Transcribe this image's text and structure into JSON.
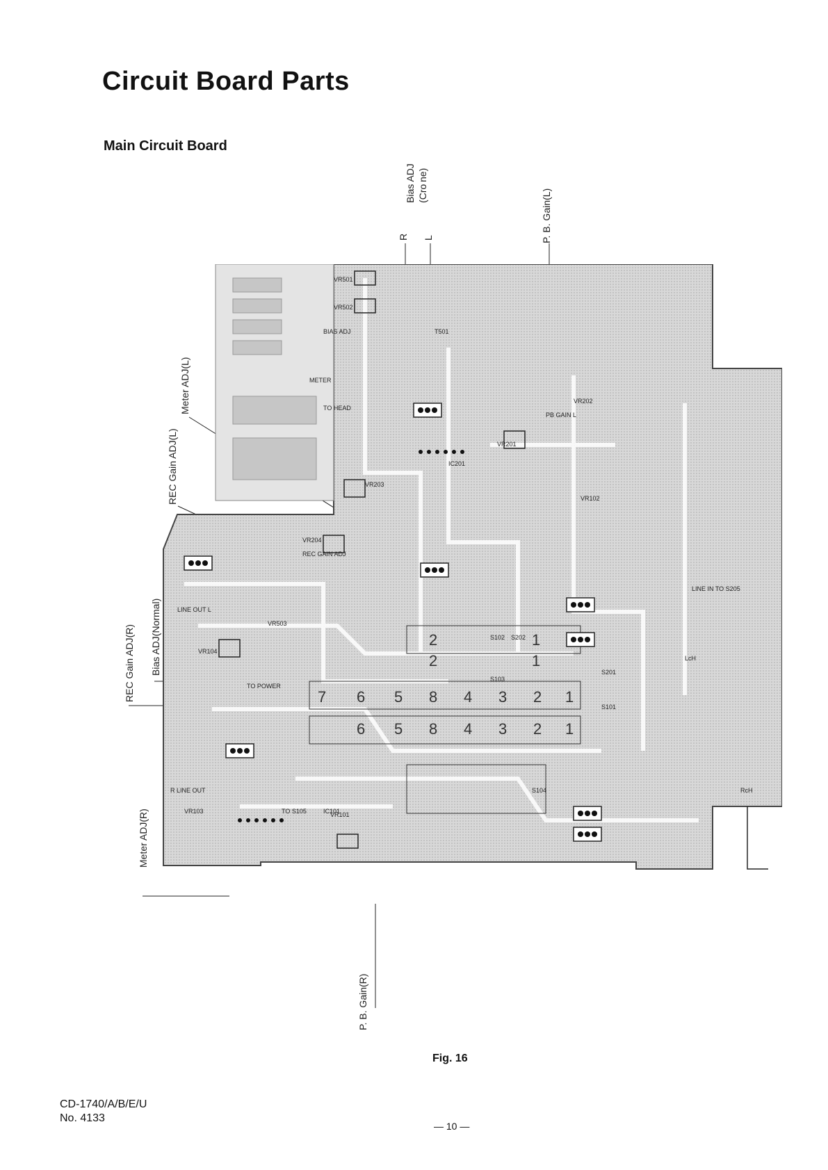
{
  "page": {
    "title": "Circuit Board Parts",
    "section": "Main Circuit Board",
    "figure_caption": "Fig. 16",
    "model": "CD-1740/A/B/E/U",
    "doc_number": "No. 4133",
    "page_number": "— 10 —"
  },
  "callouts": {
    "bias_adj_title": "Bias ADJ",
    "bias_adj_sub": "(Cro ne)",
    "bias_adj_r": "R",
    "bias_adj_l": "L",
    "pb_gain_l": "P. B. Gain(L)",
    "meter_adj_l": "Meter ADJ(L)",
    "rec_gain_adj_l": "REC Gain ADJ(L)",
    "bias_adj_normal": "Bias ADJ(Normal)",
    "rec_gain_adj_r": "REC Gain ADJ(R)",
    "meter_adj_r": "Meter ADJ(R)",
    "pb_gain_r": "P. B. Gain(R)"
  },
  "board_labels": {
    "vr501": "VR501",
    "vr502": "VR502",
    "vr201": "VR201",
    "vr202": "VR202",
    "vr203": "VR203",
    "vr204": "VR204",
    "vr503": "VR503",
    "vr101": "VR101",
    "vr102": "VR102",
    "vr103": "VR103",
    "vr104": "VR104",
    "ic201": "IC201",
    "ic101": "IC101",
    "t501": "T501",
    "s101": "S101",
    "s102": "S102",
    "s103": "S103",
    "s104": "S104",
    "s105": "TO S105",
    "s201": "S201",
    "s202": "S202",
    "line_out_l": "LINE OUT L",
    "line_out_r": "R LINE OUT",
    "line_in": "LINE IN TO S205",
    "to_head": "TO HEAD",
    "to_power": "TO POWER",
    "meter": "METER",
    "pb_gain": "PB GAIN L",
    "rec_gain": "REC GAIN ADJ",
    "bias_adj_board": "BIAS ADJ",
    "lch": "LcH",
    "rch": "RcH"
  }
}
